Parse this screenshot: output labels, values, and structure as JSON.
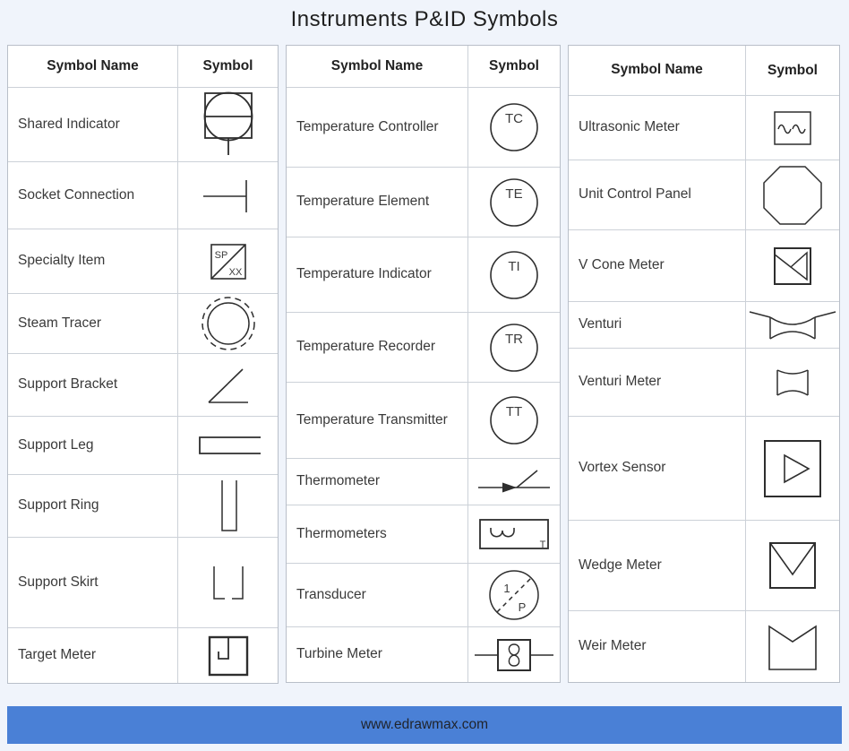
{
  "title": "Instruments P&ID Symbols",
  "footer": {
    "url": "www.edrawmax.com"
  },
  "colors": {
    "page_bg": "#f0f4fb",
    "footer_bg": "#4a80d6",
    "symbol_line": "#2e2e2e",
    "table_border": "#b9bfc9"
  },
  "tables": [
    {
      "headers": {
        "name": "Symbol Name",
        "symbol": "Symbol"
      },
      "rows": [
        {
          "name": "Shared Indicator"
        },
        {
          "name": "Socket Connection"
        },
        {
          "name": "Specialty Item",
          "label_top": "SP",
          "label_bottom": "XX"
        },
        {
          "name": "Steam Tracer"
        },
        {
          "name": "Support Bracket"
        },
        {
          "name": "Support Leg"
        },
        {
          "name": "Support Ring"
        },
        {
          "name": "Support Skirt"
        },
        {
          "name": "Target Meter"
        }
      ]
    },
    {
      "headers": {
        "name": "Symbol Name",
        "symbol": "Symbol"
      },
      "rows": [
        {
          "name": "Temperature Controller",
          "code": "TC"
        },
        {
          "name": "Temperature Element",
          "code": "TE"
        },
        {
          "name": "Temperature Indicator",
          "code": "TI"
        },
        {
          "name": "Temperature Recorder",
          "code": "TR"
        },
        {
          "name": "Temperature Transmitter",
          "code": "TT"
        },
        {
          "name": "Thermometer"
        },
        {
          "name": "Thermometers",
          "label": "T"
        },
        {
          "name": "Transducer",
          "label_top": "1",
          "label_bottom": "P"
        },
        {
          "name": "Turbine Meter"
        }
      ]
    },
    {
      "headers": {
        "name": "Symbol Name",
        "symbol": "Symbol"
      },
      "rows": [
        {
          "name": "Ultrasonic Meter"
        },
        {
          "name": "Unit Control Panel"
        },
        {
          "name": "V Cone Meter"
        },
        {
          "name": "Venturi"
        },
        {
          "name": "Venturi Meter"
        },
        {
          "name": "Vortex Sensor"
        },
        {
          "name": "Wedge Meter"
        },
        {
          "name": "Weir Meter"
        }
      ]
    }
  ]
}
